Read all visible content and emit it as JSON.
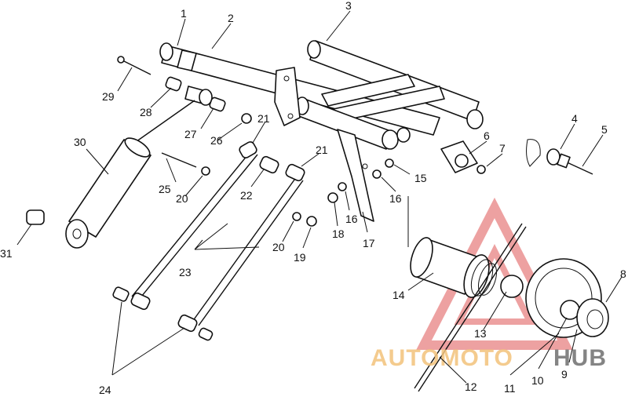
{
  "callouts": [
    {
      "id": "1",
      "text": "1"
    },
    {
      "id": "2",
      "text": "2"
    },
    {
      "id": "3",
      "text": "3"
    },
    {
      "id": "4",
      "text": "4"
    },
    {
      "id": "5",
      "text": "5"
    },
    {
      "id": "6",
      "text": "6"
    },
    {
      "id": "7",
      "text": "7"
    },
    {
      "id": "8",
      "text": "8"
    },
    {
      "id": "9",
      "text": "9"
    },
    {
      "id": "10",
      "text": "10"
    },
    {
      "id": "11",
      "text": "11"
    },
    {
      "id": "12",
      "text": "12"
    },
    {
      "id": "13",
      "text": "13"
    },
    {
      "id": "14",
      "text": "14"
    },
    {
      "id": "15",
      "text": "15"
    },
    {
      "id": "16a",
      "text": "16"
    },
    {
      "id": "16b",
      "text": "16"
    },
    {
      "id": "17",
      "text": "17"
    },
    {
      "id": "18",
      "text": "18"
    },
    {
      "id": "19",
      "text": "19"
    },
    {
      "id": "20a",
      "text": "20"
    },
    {
      "id": "20b",
      "text": "20"
    },
    {
      "id": "21a",
      "text": "21"
    },
    {
      "id": "21b",
      "text": "21"
    },
    {
      "id": "22",
      "text": "22"
    },
    {
      "id": "23",
      "text": "23"
    },
    {
      "id": "24",
      "text": "24"
    },
    {
      "id": "25",
      "text": "25"
    },
    {
      "id": "26",
      "text": "26"
    },
    {
      "id": "27",
      "text": "27"
    },
    {
      "id": "28",
      "text": "28"
    },
    {
      "id": "29",
      "text": "29"
    },
    {
      "id": "30",
      "text": "30"
    },
    {
      "id": "31",
      "text": "31"
    }
  ],
  "watermark": {
    "part1": "AUTOMOTO",
    "part2": "HUB",
    "color_primary": "#e8a0a0",
    "color_secondary": "#ff9900",
    "color_accent": "#666666"
  }
}
